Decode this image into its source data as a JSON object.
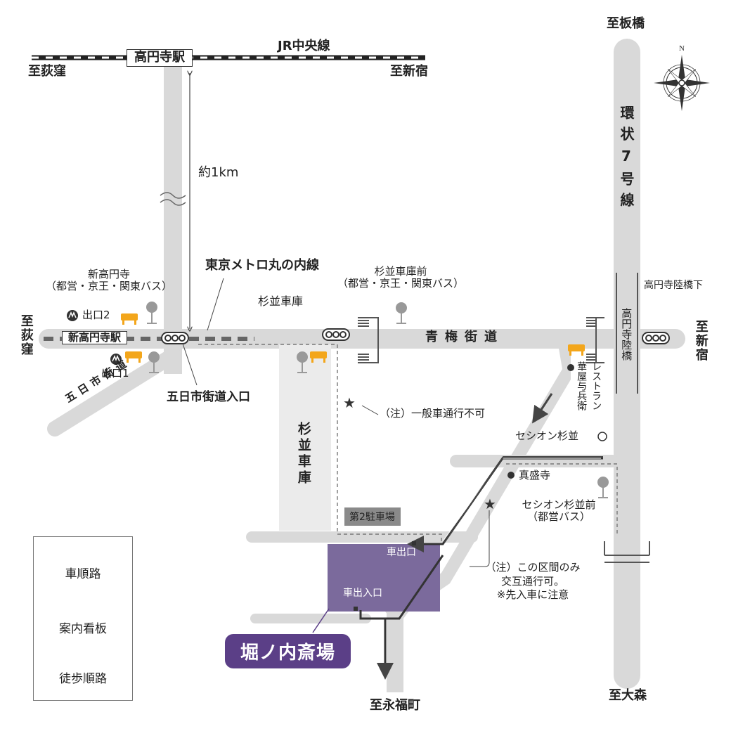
{
  "stations": {
    "koenji": "高円寺駅",
    "shinkoenji": "新高円寺駅"
  },
  "rail_lines": {
    "jr_chuo": "JR中央線",
    "marunouchi": "東京メトロ丸の内線"
  },
  "directions": {
    "ogikubo_top": "至荻窪",
    "shinjuku_top": "至新宿",
    "itabashi": "至板橋",
    "ogikubo_left": "至荻窪",
    "shinjuku_right": "至新宿",
    "omori": "至大森",
    "eifukucho": "至永福町"
  },
  "roads": {
    "kanjo7": "環状7号線",
    "ome": "青梅街道",
    "itsukaichi": "五日市街道",
    "suginami_shako_road": "杉並車庫",
    "koenji_rikkyo": "高円寺陸橋"
  },
  "distance": "約1km",
  "exits": {
    "exit1": "出口1",
    "exit2": "出口2"
  },
  "bus_stops": {
    "shinkoenji": {
      "name": "新高円寺",
      "operators": "（都営・京王・関東バス）"
    },
    "suginami_shako_mae": {
      "name": "杉並車庫前",
      "operators": "（都営・京王・関東バス）"
    },
    "cesion_mae": {
      "name": "セシオン杉並前",
      "operators": "（都営バス）"
    }
  },
  "signals": {
    "itsukaichi_iriguchi": "五日市街道入口",
    "suginami_shako": "杉並車庫",
    "koenji_rikkyoshita": "高円寺陸橋下"
  },
  "landmarks": {
    "restaurant": "華屋与兵衛",
    "restaurant_type": "レストラン",
    "cesion": "セシオン杉並",
    "shinseiji": "真盛寺",
    "parking2": "第2駐車場"
  },
  "notes": {
    "no_general_traffic": "（注）一般車通行不可",
    "alternate1": "（注）この区間のみ",
    "alternate2": "交互通行可。",
    "alternate3": "※先入車に注意"
  },
  "venue": {
    "name": "堀ノ内斎場",
    "car_exit": "車出口",
    "car_entrance_exit": "車出入口"
  },
  "legend": {
    "car_route": "車順路",
    "signboard": "案内看板",
    "walking_route": "徒歩順路"
  },
  "colors": {
    "road": "#d9d9d9",
    "venue": "#7b6a9c",
    "venue_label": "#5b3f87",
    "signboard": "#f3a61b",
    "route": "#444444"
  },
  "icons": {
    "compass": "compass-rose-icon",
    "metro": "tokyo-metro-icon",
    "bus_stop": "bus-stop-icon",
    "traffic_signal": "traffic-signal-icon",
    "signboard": "signboard-icon",
    "star": "star-icon"
  }
}
